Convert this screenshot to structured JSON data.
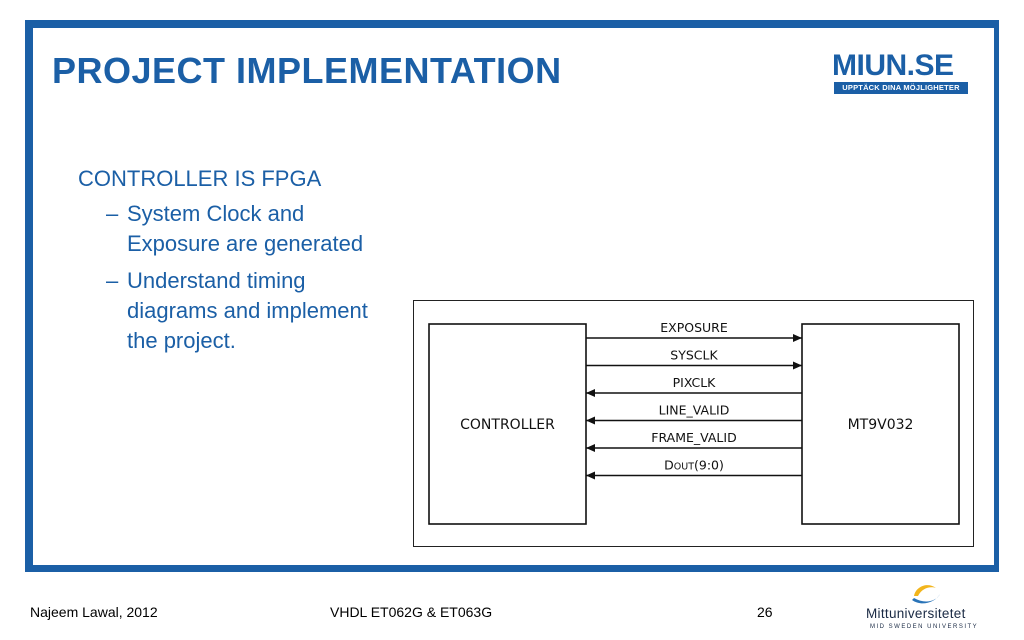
{
  "slide": {
    "title": "PROJECT IMPLEMENTATION",
    "logo": {
      "main": "MIUN.SE",
      "tagline": "UPPTÄCK DINA MÖJLIGHETER"
    },
    "bullet": "CONTROLLER IS FPGA",
    "sub_bullets": [
      {
        "dash": "–",
        "lines": [
          "System Clock and",
          "Exposure are generated"
        ]
      },
      {
        "dash": "–",
        "lines": [
          "Understand timing",
          "diagrams and implement",
          "the project."
        ]
      }
    ]
  },
  "diagram": {
    "left_block": "CONTROLLER",
    "right_block": "MT9V032",
    "signals": [
      {
        "label": "EXPOSURE",
        "direction": "right"
      },
      {
        "label": "SYSCLK",
        "direction": "right"
      },
      {
        "label": "PIXCLK",
        "direction": "left"
      },
      {
        "label": "LINE_VALID",
        "direction": "left"
      },
      {
        "label": "FRAME_VALID",
        "direction": "left"
      },
      {
        "label": "DOUT(9:0)",
        "direction": "left"
      }
    ],
    "dout_parts": {
      "d": "D",
      "sub": "OUT",
      "rest": "(9:0)"
    }
  },
  "footer": {
    "author": "Najeem Lawal, 2012",
    "course": "VHDL ET062G & ET063G",
    "page": "26",
    "university": "Mittuniversitetet",
    "university_sub": "MID SWEDEN UNIVERSITY"
  },
  "colors": {
    "brand_blue": "#1b5fa6",
    "logo_yellow": "#f2b51c",
    "logo_blue": "#2a74b8"
  }
}
